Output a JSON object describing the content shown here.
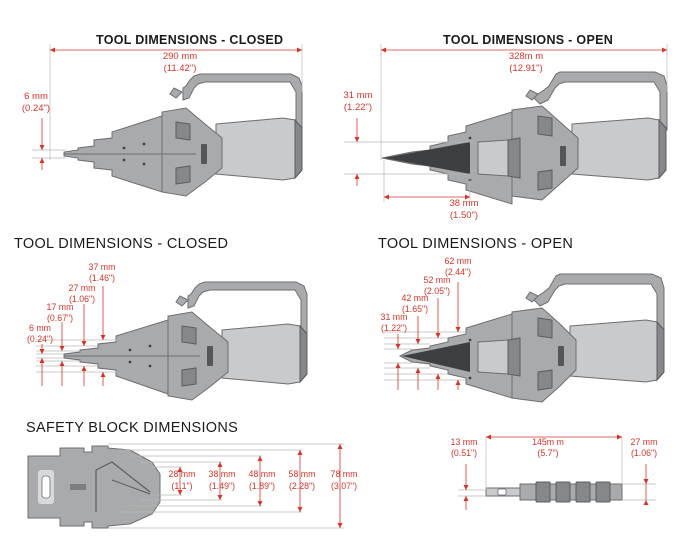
{
  "headings": {
    "top_left": "TOOL DIMENSIONS - CLOSED",
    "top_right": "TOOL DIMENSIONS - OPEN",
    "mid_left": "TOOL DIMENSIONS - CLOSED",
    "mid_right": "TOOL DIMENSIONS - OPEN",
    "bottom_left": "SAFETY BLOCK DIMENSIONS"
  },
  "top_left": {
    "length_mm": "290 mm",
    "length_in": "(11.42\")",
    "tip_mm": "6 mm",
    "tip_in": "(0.24\")"
  },
  "top_right": {
    "length_mm": "328m m",
    "length_in": "(12.91\")",
    "opening_mm": "31 mm",
    "opening_in": "(1.22\")",
    "depth_mm": "38 mm",
    "depth_in": "(1.50\")"
  },
  "mid_left": {
    "steps": [
      {
        "mm": "37 mm",
        "in": "(1.46\")"
      },
      {
        "mm": "27 mm",
        "in": "(1.06\")"
      },
      {
        "mm": "17 mm",
        "in": "(0.67\")"
      },
      {
        "mm": "6 mm",
        "in": "(0.24\")"
      }
    ]
  },
  "mid_right": {
    "steps": [
      {
        "mm": "62 mm",
        "in": "(2.44\")"
      },
      {
        "mm": "52 mm",
        "in": "(2.05\")"
      },
      {
        "mm": "42 mm",
        "in": "(1.65\")"
      },
      {
        "mm": "31 mm",
        "in": "(1.22\")"
      }
    ]
  },
  "safety_block": {
    "steps": [
      {
        "mm": "28 mm",
        "in": "(1.1\")"
      },
      {
        "mm": "38 mm",
        "in": "(1.49\")"
      },
      {
        "mm": "48 mm",
        "in": "(1.89\")"
      },
      {
        "mm": "58 mm",
        "in": "(2.28\")"
      },
      {
        "mm": "78 mm",
        "in": "(3.07\")"
      }
    ],
    "side_left_mm": "13 mm",
    "side_left_in": "(0.51\")",
    "side_length_mm": "145m m",
    "side_length_in": "(5.7\")",
    "side_right_mm": "27 mm",
    "side_right_in": "(1.06\")"
  },
  "colors": {
    "dimension": "#d4352b",
    "tool_body": "#a9aaac",
    "tool_outline": "#6d6e70",
    "heading": "#1a1a1a"
  }
}
